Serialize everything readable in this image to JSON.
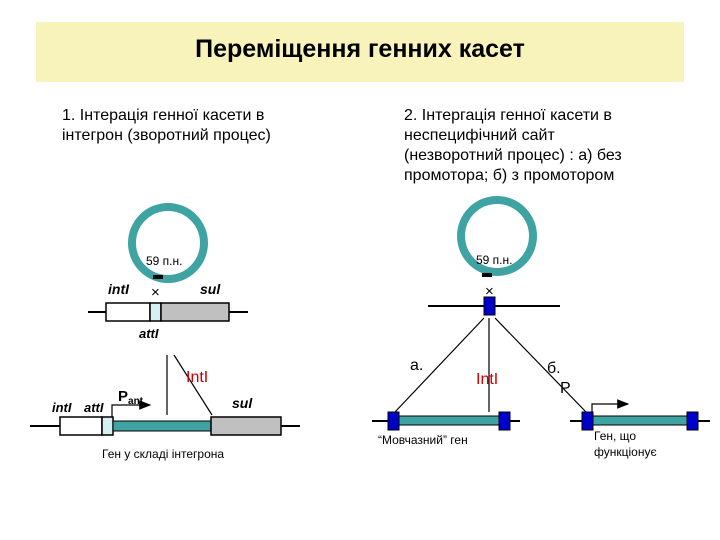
{
  "title": "Переміщення генних касет",
  "item1": "1. Інтерація генної касети в\nінтегрон  (зворотний процес)",
  "item2": "2. Інтергація генної касети в\nнеспецифічний сайт\n(незворотний процес) : а) без\nпромотора; б) з промотором",
  "left_top": {
    "circle_label": "59 п.н.",
    "intI_label": "intI",
    "cross": "×",
    "sul_label": "sul",
    "attI_label": "attI"
  },
  "left_bottom": {
    "IntI_enzyme": "IntI",
    "intI_label": "intI",
    "attI_label": "attI",
    "P_label": "P",
    "P_sub": "ant",
    "sul_label": "sul",
    "caption": "Ген у складі інтегрона"
  },
  "right": {
    "circle_label": "59 п.н.",
    "cross": "×",
    "a_label": "а.",
    "IntI_enzyme": "IntI",
    "b_label": "б.",
    "P_label": "P",
    "caption_a": "“Мовчазний” ген",
    "caption_b": "Ген, що\nфункціонує"
  },
  "colors": {
    "title_bg": "#f7f3ba",
    "circle": "#3fa3a3",
    "gene_gray": "#c0c0c0",
    "box_light": "#d7eef2",
    "blue_site": "#0000cc",
    "enzyme_red": "#cc0000"
  }
}
